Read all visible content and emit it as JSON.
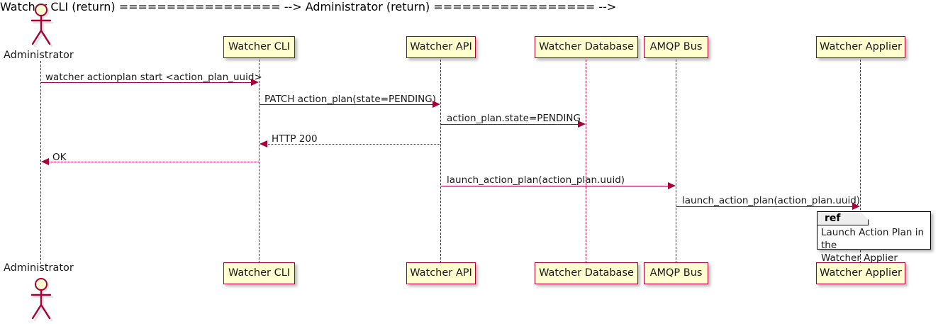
{
  "diagram": {
    "type": "uml-sequence-diagram",
    "title": "",
    "colors": {
      "participant_fill": "#FEFECE",
      "participant_border": "#A80036",
      "arrow": "#A80036",
      "lifeline": "#A80036",
      "text": "#1b1b1b",
      "ref_tab_fill": "#EEEEEE",
      "ref_border": "#000000",
      "background": "#FFFFFF"
    }
  },
  "actor": {
    "name": "Administrator",
    "top_label": "Administrator",
    "bottom_label": "Administrator",
    "icon": "actor-stick-figure-icon"
  },
  "participants": [
    {
      "id": "cli",
      "label": "Watcher CLI"
    },
    {
      "id": "api",
      "label": "Watcher API"
    },
    {
      "id": "db",
      "label": "Watcher Database"
    },
    {
      "id": "amqp",
      "label": "AMQP Bus"
    },
    {
      "id": "applier",
      "label": "Watcher Applier"
    }
  ],
  "messages": [
    {
      "index": 1,
      "label": "watcher actionplan start <action_plan_uuid>",
      "from": "Administrator",
      "to": "Watcher CLI",
      "style": "solid",
      "direction": "right"
    },
    {
      "index": 2,
      "label": "PATCH action_plan(state=PENDING)",
      "from": "Watcher CLI",
      "to": "Watcher API",
      "style": "solid",
      "direction": "right"
    },
    {
      "index": 3,
      "label": "action_plan.state=PENDING",
      "from": "Watcher API",
      "to": "Watcher Database",
      "style": "solid",
      "direction": "right"
    },
    {
      "index": 4,
      "label": "HTTP 200",
      "from": "Watcher API",
      "to": "Watcher CLI",
      "style": "dotted",
      "direction": "left"
    },
    {
      "index": 5,
      "label": "OK",
      "from": "Watcher CLI",
      "to": "Administrator",
      "style": "dotted",
      "direction": "left"
    },
    {
      "index": 6,
      "label": "launch_action_plan(action_plan.uuid)",
      "from": "Watcher API",
      "to": "AMQP Bus",
      "style": "solid",
      "direction": "right"
    },
    {
      "index": 7,
      "label": "launch_action_plan(action_plan.uuid)",
      "from": "AMQP Bus",
      "to": "Watcher Applier",
      "style": "solid",
      "direction": "right"
    }
  ],
  "ref_fragment": {
    "keyword": "ref",
    "text": "Launch Action Plan in the\nWatcher Applier",
    "over": "Watcher Applier"
  }
}
